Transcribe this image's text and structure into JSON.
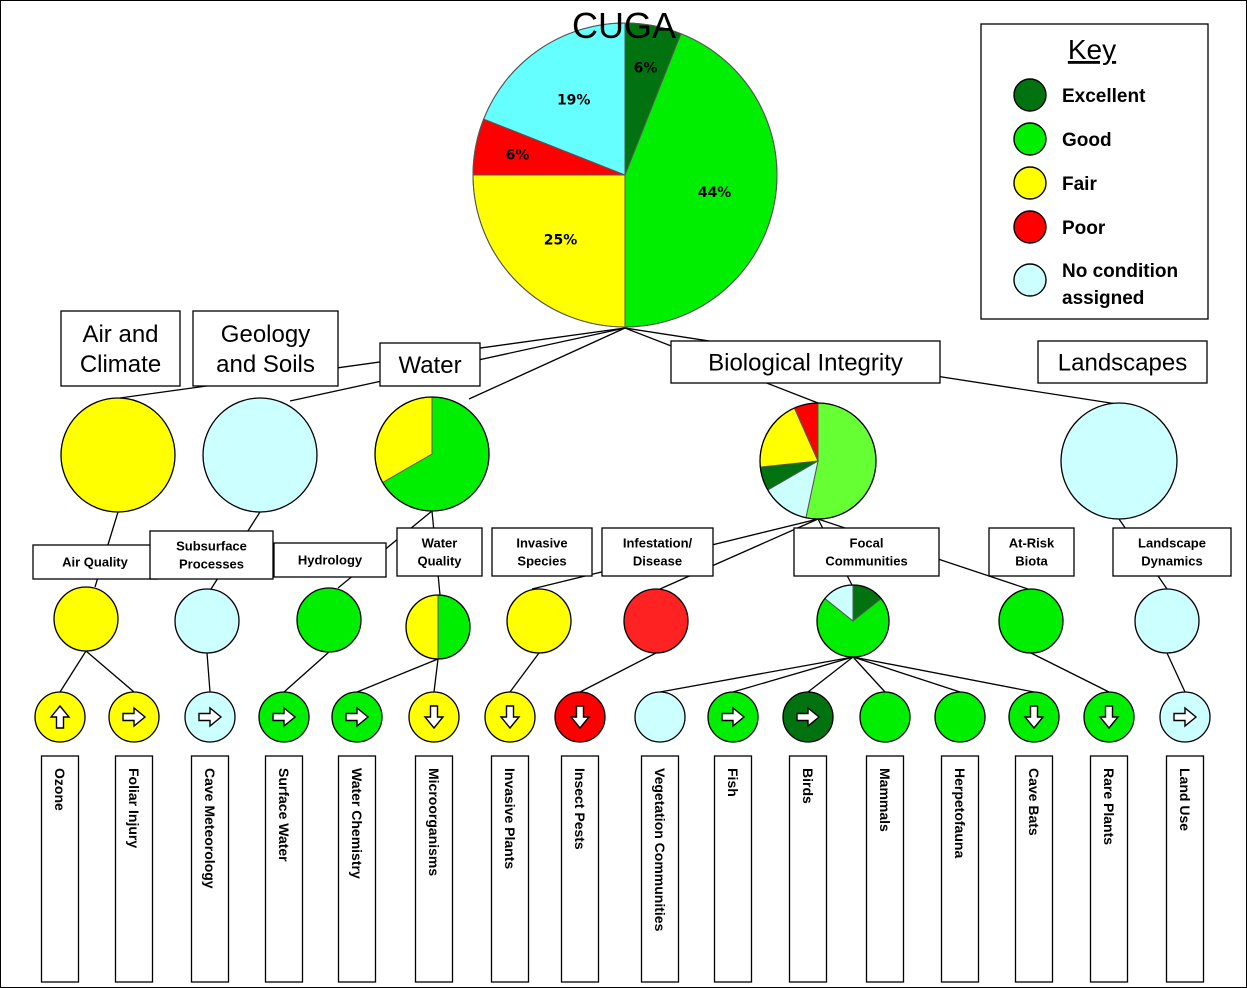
{
  "title": "CUGA",
  "colors": {
    "excellent": "#00720f",
    "good": "#00ee00",
    "good_light": "#66ff33",
    "fair": "#ffff00",
    "poor": "#ff0000",
    "poor_infest": "#ff2222",
    "none": "#ccffff",
    "none_main": "#66ffff"
  },
  "key": {
    "heading": "Key",
    "items": [
      {
        "label": "Excellent",
        "color": "excellent"
      },
      {
        "label": "Good",
        "color": "good"
      },
      {
        "label": "Fair",
        "color": "fair"
      },
      {
        "label": "Poor",
        "color": "poor"
      },
      {
        "label": "No condition",
        "label2": "assigned",
        "color": "none"
      }
    ]
  },
  "main_pie": {
    "slices": [
      {
        "label": "6%",
        "value": 6,
        "color": "excellent"
      },
      {
        "label": "44%",
        "value": 44,
        "color": "good"
      },
      {
        "label": "25%",
        "value": 25,
        "color": "fair"
      },
      {
        "label": "6%",
        "value": 6,
        "color": "poor"
      },
      {
        "label": "19%",
        "value": 19,
        "color": "none_main"
      }
    ]
  },
  "categories": [
    {
      "id": "air",
      "lines": [
        "Air and",
        "Climate"
      ],
      "slices": [
        {
          "value": 1,
          "color": "fair"
        }
      ]
    },
    {
      "id": "geo",
      "lines": [
        "Geology",
        "and Soils"
      ],
      "slices": [
        {
          "value": 1,
          "color": "none"
        }
      ]
    },
    {
      "id": "water",
      "lines": [
        "Water"
      ],
      "slices": [
        {
          "value": 2,
          "color": "good"
        },
        {
          "value": 1,
          "color": "fair"
        }
      ]
    },
    {
      "id": "bio",
      "lines": [
        "Biological Integrity"
      ],
      "slices": [
        {
          "value": 4,
          "color": "good_light"
        },
        {
          "value": 1,
          "color": "none"
        },
        {
          "value": 0.5,
          "color": "excellent"
        },
        {
          "value": 1.5,
          "color": "fair"
        },
        {
          "value": 0.5,
          "color": "poor"
        }
      ]
    },
    {
      "id": "land",
      "lines": [
        "Landscapes"
      ],
      "slices": [
        {
          "value": 1,
          "color": "none"
        }
      ]
    }
  ],
  "subcategories": [
    {
      "id": "airq",
      "lines": [
        "Air Quality"
      ],
      "slices": [
        {
          "value": 1,
          "color": "fair"
        }
      ]
    },
    {
      "id": "subs",
      "lines": [
        "Subsurface",
        "Processes"
      ],
      "slices": [
        {
          "value": 1,
          "color": "none"
        }
      ]
    },
    {
      "id": "hyd",
      "lines": [
        "Hydrology"
      ],
      "slices": [
        {
          "value": 1,
          "color": "good"
        }
      ]
    },
    {
      "id": "wq",
      "lines": [
        "Water",
        "Quality"
      ],
      "slices": [
        {
          "value": 1,
          "color": "good"
        },
        {
          "value": 1,
          "color": "fair"
        }
      ]
    },
    {
      "id": "inv",
      "lines": [
        "Invasive",
        "Species"
      ],
      "slices": [
        {
          "value": 1,
          "color": "fair"
        }
      ]
    },
    {
      "id": "inf",
      "lines": [
        "Infestation/",
        "Disease"
      ],
      "slices": [
        {
          "value": 1,
          "color": "poor_infest"
        }
      ]
    },
    {
      "id": "focal",
      "lines": [
        "Focal",
        "Communities"
      ],
      "slices": [
        {
          "value": 1,
          "color": "excellent"
        },
        {
          "value": 5,
          "color": "good"
        },
        {
          "value": 1,
          "color": "none"
        }
      ]
    },
    {
      "id": "atrisk",
      "lines": [
        "At-Risk",
        "Biota"
      ],
      "slices": [
        {
          "value": 1,
          "color": "good"
        }
      ]
    },
    {
      "id": "landdyn",
      "lines": [
        "Landscape",
        "Dynamics"
      ],
      "slices": [
        {
          "value": 1,
          "color": "none"
        }
      ]
    }
  ],
  "measures": [
    {
      "label": "Ozone",
      "color": "fair",
      "trend": "up"
    },
    {
      "label": "Foliar Injury",
      "color": "fair",
      "trend": "right"
    },
    {
      "label": "Cave Meteorology",
      "color": "none",
      "trend": "right"
    },
    {
      "label": "Surface Water",
      "color": "good",
      "trend": "right"
    },
    {
      "label": "Water Chemistry",
      "color": "good",
      "trend": "right"
    },
    {
      "label": "Microorganisms",
      "color": "fair",
      "trend": "down"
    },
    {
      "label": "Invasive Plants",
      "color": "fair",
      "trend": "down"
    },
    {
      "label": "Insect Pests",
      "color": "poor",
      "trend": "down"
    },
    {
      "label": "Vegetation Communities",
      "color": "none",
      "trend": "none"
    },
    {
      "label": "Fish",
      "color": "good",
      "trend": "right"
    },
    {
      "label": "Birds",
      "color": "excellent",
      "trend": "right"
    },
    {
      "label": "Mammals",
      "color": "good",
      "trend": "none"
    },
    {
      "label": "Herpetofauna",
      "color": "good",
      "trend": "none"
    },
    {
      "label": "Cave Bats",
      "color": "good",
      "trend": "down"
    },
    {
      "label": "Rare Plants",
      "color": "good",
      "trend": "down"
    },
    {
      "label": "Land Use",
      "color": "none",
      "trend": "right"
    }
  ]
}
